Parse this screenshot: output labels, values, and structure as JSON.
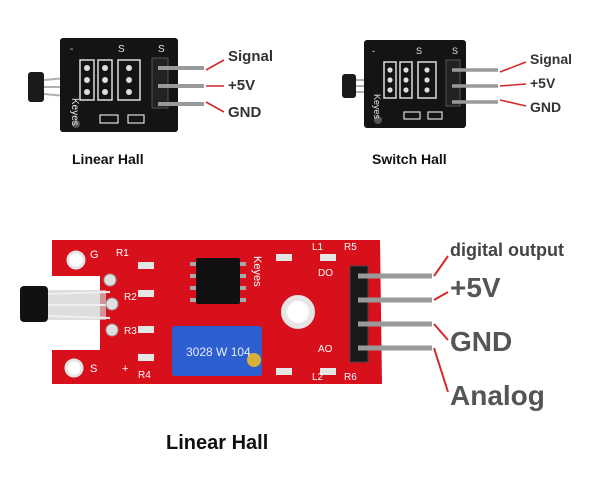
{
  "modules": [
    {
      "caption": "Linear Hall",
      "board_text": "Keyes",
      "silk": {
        "minus": "-",
        "s_left": "S",
        "s_right": "S"
      },
      "pins": [
        {
          "label": "Signal"
        },
        {
          "label": "+5V"
        },
        {
          "label": "GND"
        }
      ]
    },
    {
      "caption": "Switch Hall",
      "board_text": "Keyes",
      "silk": {
        "minus": "-",
        "s_left": "S",
        "s_right": "S"
      },
      "pins": [
        {
          "label": "Signal"
        },
        {
          "label": "+5V"
        },
        {
          "label": "GND"
        }
      ]
    },
    {
      "caption": "Linear Hall",
      "board_text": "Keyes",
      "pot_text": "3028 W 104",
      "silk": {
        "g": "G",
        "r1": "R1",
        "r2": "R2",
        "r3": "R3",
        "r4": "R4",
        "r5": "R5",
        "r6": "R6",
        "do": "DO",
        "ao": "AO",
        "l1": "L1",
        "l2": "L2",
        "plus": "+",
        "s": "S"
      },
      "pins": [
        {
          "label": "digital output"
        },
        {
          "label": "+5V"
        },
        {
          "label": "GND"
        },
        {
          "label": "Analog"
        }
      ]
    }
  ],
  "colors": {
    "black_board": "#141414",
    "red_board": "#d8101c",
    "pin_metal": "#9a9a9a",
    "arrow": "#d42a2a",
    "label": "#333333",
    "pot_blue": "#2d5fd0"
  }
}
